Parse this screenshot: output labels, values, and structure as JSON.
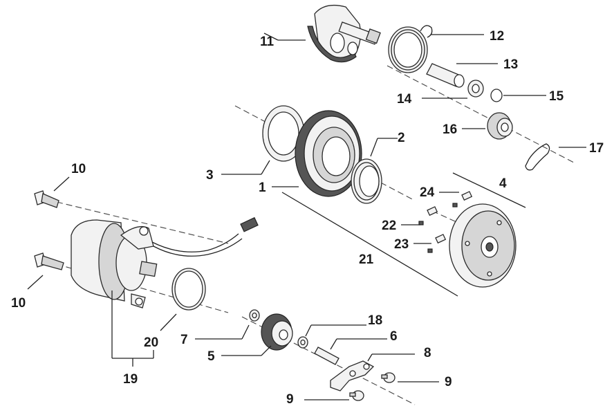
{
  "parts": [
    {
      "id": "1",
      "text": "1"
    },
    {
      "id": "2",
      "text": "2"
    },
    {
      "id": "3",
      "text": "3"
    },
    {
      "id": "4",
      "text": "4"
    },
    {
      "id": "5",
      "text": "5"
    },
    {
      "id": "6",
      "text": "6"
    },
    {
      "id": "7",
      "text": "7"
    },
    {
      "id": "8",
      "text": "8"
    },
    {
      "id": "9a",
      "text": "9"
    },
    {
      "id": "9b",
      "text": "9"
    },
    {
      "id": "10a",
      "text": "10"
    },
    {
      "id": "10b",
      "text": "10"
    },
    {
      "id": "11",
      "text": "11"
    },
    {
      "id": "12",
      "text": "12"
    },
    {
      "id": "13",
      "text": "13"
    },
    {
      "id": "14",
      "text": "14"
    },
    {
      "id": "15",
      "text": "15"
    },
    {
      "id": "16",
      "text": "16"
    },
    {
      "id": "17",
      "text": "17"
    },
    {
      "id": "18",
      "text": "18"
    },
    {
      "id": "19",
      "text": "19"
    },
    {
      "id": "20",
      "text": "20"
    },
    {
      "id": "21",
      "text": "21"
    },
    {
      "id": "22",
      "text": "22"
    },
    {
      "id": "23",
      "text": "23"
    },
    {
      "id": "24",
      "text": "24"
    }
  ]
}
